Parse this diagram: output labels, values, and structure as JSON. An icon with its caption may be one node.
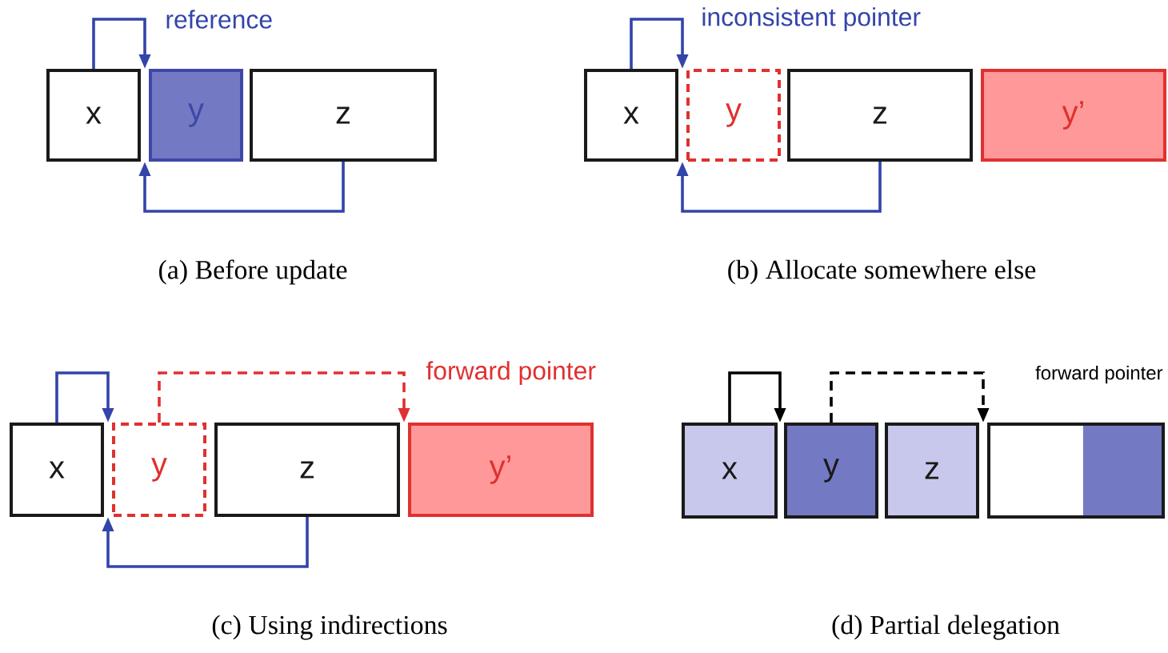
{
  "diagram": {
    "nodes": [
      {
        "text": [
          "x"
        ]
      },
      {
        "text": [
          "y"
        ]
      },
      {
        "text": [
          "z"
        ]
      },
      {
        "text": [
          "x"
        ]
      },
      {
        "text": [
          "y"
        ]
      },
      {
        "text": [
          "z"
        ]
      },
      {
        "text": [
          "y’"
        ]
      },
      {
        "text": [
          "x"
        ]
      },
      {
        "text": [
          "y"
        ]
      },
      {
        "text": [
          "z"
        ]
      },
      {
        "text": [
          "y’"
        ]
      },
      {
        "text": [
          "x"
        ]
      },
      {
        "text": [
          "y"
        ]
      },
      {
        "text": [
          "z"
        ]
      },
      {
        "text": [],
        "shape": "box"
      }
    ],
    "edges": [
      {
        "from": 0,
        "to": 1,
        "arrow": "to",
        "label": "reference"
      },
      {
        "from": 2,
        "to": 1,
        "arrow": "to"
      },
      {
        "from": 3,
        "to": 4,
        "arrow": "to",
        "label": "inconsistent pointer"
      },
      {
        "from": 5,
        "to": 4,
        "arrow": "to"
      },
      {
        "from": 7,
        "to": 8,
        "arrow": "to"
      },
      {
        "from": 8,
        "to": 10,
        "arrow": "to",
        "label": "forward pointer",
        "style": "dashed",
        "color": "#e03030"
      },
      {
        "from": 9,
        "to": 8,
        "arrow": "to"
      },
      {
        "from": 11,
        "to": 12,
        "arrow": "to",
        "color": "#000000"
      },
      {
        "from": 12,
        "to": 14,
        "arrow": "to",
        "label": "forward pointer",
        "style": "dashed",
        "color": "#000000"
      }
    ],
    "labels": [
      "(a) Before update",
      "(b) Allocate somewhere else",
      "(c) Using indirections",
      "(d) Partial delegation"
    ]
  }
}
